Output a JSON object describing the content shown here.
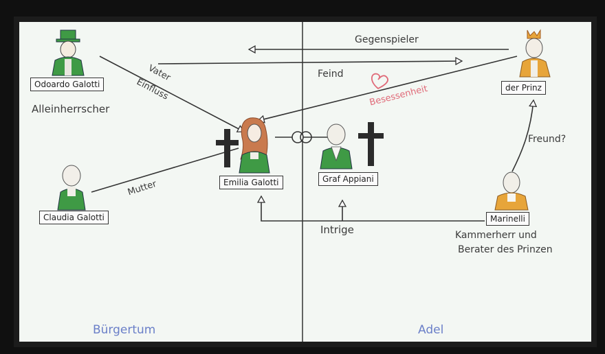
{
  "people": {
    "odoardo": "Odoardo Galotti",
    "odoardo_role": "Alleinherrscher",
    "prinz": "der Prinz",
    "emilia": "Emilia Galotti",
    "appiani": "Graf Appiani",
    "claudia": "Claudia Galotti",
    "marinelli": "Marinelli",
    "marinelli_role_1": "Kammerherr und",
    "marinelli_role_2": "Berater des Prinzen"
  },
  "relations": {
    "gegenspieler": "Gegenspieler",
    "feind": "Feind",
    "vater": "Vater",
    "einfluss": "Einfluss",
    "besessenheit": "Besessenheit",
    "mutter": "Mutter",
    "intrige": "Intrige",
    "freund": "Freund?"
  },
  "sides": {
    "left": "Bürgertum",
    "right": "Adel"
  },
  "icons": [
    "heart-icon",
    "cross-icon",
    "rings-icon",
    "arrow-icon"
  ],
  "colors": {
    "heart": "#e06a78",
    "besessenheit": "#e06a78",
    "sides": "#6a7fc8",
    "green_clothes": "#3f9a45",
    "orange_clothes": "#e7a53a"
  }
}
